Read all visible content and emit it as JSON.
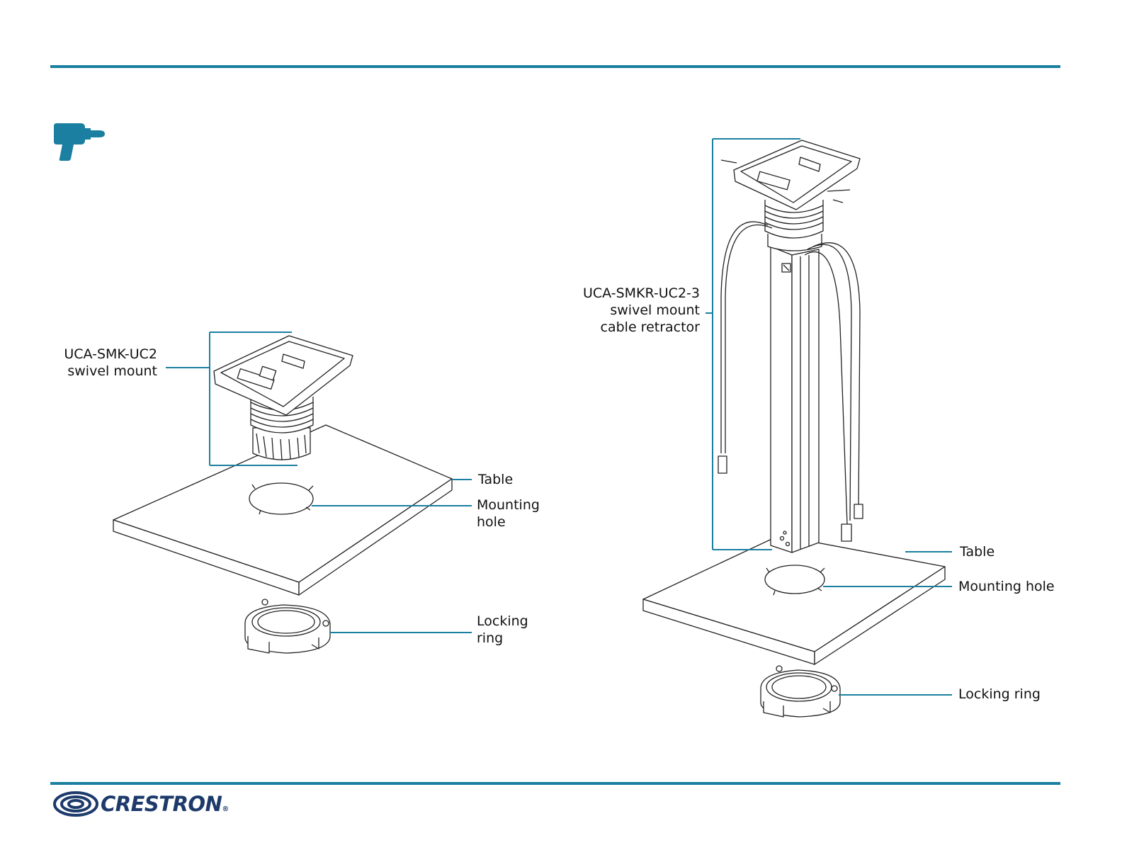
{
  "colors": {
    "accent": "#1a7fa0",
    "brand_navy": "#1d3a6b",
    "line": "#222222"
  },
  "icons": {
    "tool": "power-drill-icon",
    "logo": "crestron-swirl-icon"
  },
  "left_diagram": {
    "mount_label": [
      "UCA-SMK-UC2",
      "swivel mount"
    ],
    "table_label": "Table",
    "hole_label": [
      "Mounting",
      "hole"
    ],
    "ring_label": [
      "Locking",
      "ring"
    ]
  },
  "right_diagram": {
    "mount_label": [
      "UCA-SMKR-UC2-3",
      "swivel mount",
      "cable retractor"
    ],
    "table_label": "Table",
    "hole_label": "Mounting hole",
    "ring_label": "Locking ring"
  },
  "footer": {
    "brand": "CRESTRON",
    "registered": "®"
  }
}
